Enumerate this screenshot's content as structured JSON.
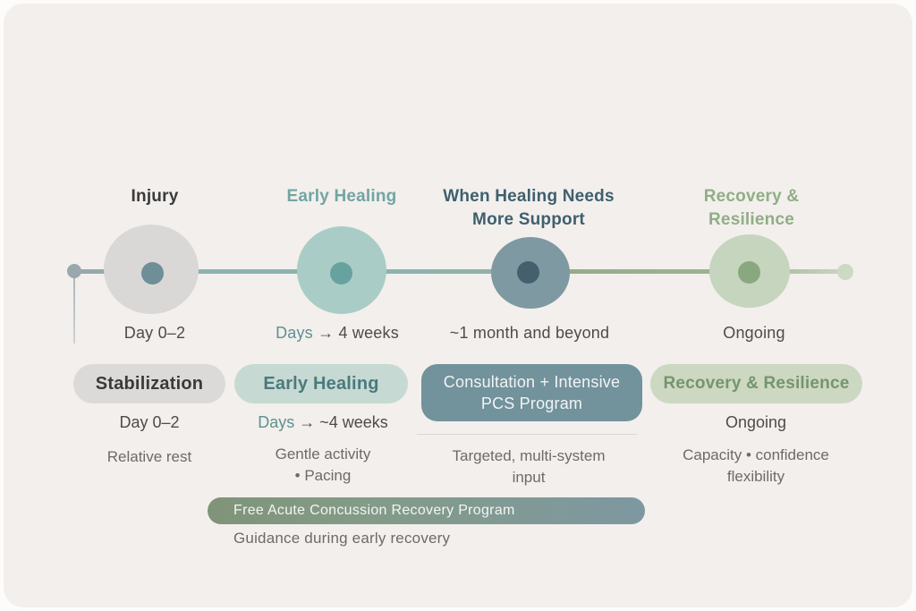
{
  "colors": {
    "canvas_bg": "#f3efec",
    "injury_gray": "#d9d8d7",
    "early_healing_teal": "#a9cdc6",
    "support_slate": "#7e99a2",
    "recovery_green": "#c6d5bd",
    "accent_teal_text": "#5d9192",
    "banner_gradient_left": "#7f9478",
    "banner_gradient_right": "#7e98a1"
  },
  "timeline": {
    "stages": [
      {
        "header": "Injury",
        "time": "Day 0–2"
      },
      {
        "header": "Early Healing",
        "time_accent": "Days",
        "time_rest": " → 4 weeks"
      },
      {
        "header": "When Healing Needs More Support",
        "time": "~1 month and beyond"
      },
      {
        "header": "Recovery & Resilience",
        "time": "Ongoing"
      }
    ]
  },
  "cards": [
    {
      "label": "Stabilization",
      "time": "Day 0–2",
      "desc1": "Relative rest",
      "desc2": ""
    },
    {
      "label": "Early Healing",
      "time_accent": "Days",
      "time_rest": " → ~4 weeks",
      "desc1": "Gentle activity",
      "desc2": "• Pacing"
    },
    {
      "label": "Consultation + Intensive PCS Program",
      "desc1": "Targeted, multi-system",
      "desc2": "input"
    },
    {
      "label": "Recovery & Resilience",
      "time": "Ongoing",
      "desc1": "Capacity • confidence",
      "desc2": "flexibility"
    }
  ],
  "banner": {
    "label": "Free Acute Concussion Recovery Program",
    "caption": "Guidance during early recovery"
  }
}
